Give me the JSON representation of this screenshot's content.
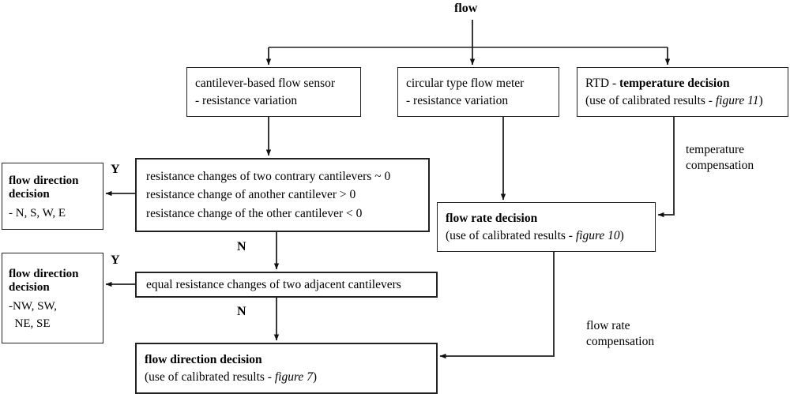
{
  "diagram": {
    "title": "flow",
    "boxes": {
      "cantilever_sensor": {
        "line1": "cantilever-based flow sensor",
        "line2": "- resistance variation"
      },
      "circular_meter": {
        "line1": "circular type flow meter",
        "line2": "- resistance variation"
      },
      "rtd": {
        "line1_plain": "RTD - ",
        "line1_bold": "temperature decision",
        "line2_prefix": "(use of calibrated results - ",
        "line2_figure": "figure 11",
        "line2_suffix": ")"
      },
      "conditions": {
        "line1": "resistance changes of two contrary cantilevers ~ 0",
        "line2": "resistance change of another cantilever > 0",
        "line3": "resistance change of the other cantilever < 0"
      },
      "equal_changes": {
        "line1": "equal resistance changes of two adjacent cantilevers"
      },
      "flow_direction_decision_1": {
        "line1": "flow direction",
        "line2": "decision",
        "line3": "- N, S, W, E"
      },
      "flow_direction_decision_2": {
        "line1": "flow direction",
        "line2": "decision",
        "line3": "-NW, SW,",
        "line4": "  NE, SE"
      },
      "flow_rate_decision": {
        "line1": "flow rate decision",
        "line2_prefix": "(use of calibrated results - ",
        "line2_figure": "figure 10",
        "line2_suffix": ")"
      },
      "flow_direction_decision_bottom": {
        "line1": "flow direction decision",
        "line2_prefix": "(use of calibrated results - ",
        "line2_figure": "figure 7",
        "line2_suffix": ")"
      }
    },
    "edge_labels": {
      "yes_1": "Y",
      "yes_2": "Y",
      "no_1": "N",
      "no_2": "N",
      "temperature_compensation": "temperature\ncompensation",
      "flow_rate_compensation": "flow rate\ncompensation"
    },
    "colors": {
      "line": "#222222",
      "text": "#000000",
      "background": "#ffffff"
    }
  }
}
